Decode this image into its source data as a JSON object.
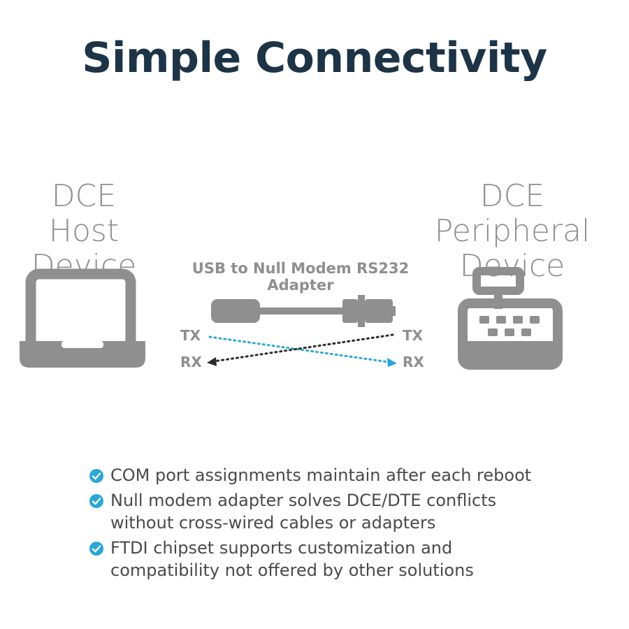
{
  "title": "Simple Connectivity",
  "host": {
    "line1": "DCE",
    "line2": "Host Device"
  },
  "peripheral": {
    "line1": "DCE",
    "line2": "Peripheral Device"
  },
  "adapter_label": "USB to Null Modem RS232 Adapter",
  "pins": {
    "tx": "TX",
    "rx": "RX"
  },
  "colors": {
    "title": "#1d3447",
    "gray": "#8f8f8f",
    "accent": "#2aa7d6",
    "dark": "#2b2b2b"
  },
  "icons": [
    "laptop-icon",
    "cable-icon",
    "cash-register-icon",
    "check-circle-icon"
  ],
  "bullets": [
    {
      "lines": [
        "COM port assignments maintain after each reboot"
      ]
    },
    {
      "lines": [
        "Null modem adapter solves DCE/DTE conflicts",
        "without cross-wired cables or adapters"
      ]
    },
    {
      "lines": [
        "FTDI chipset supports customization and",
        "compatibility not offered by other solutions"
      ]
    }
  ]
}
